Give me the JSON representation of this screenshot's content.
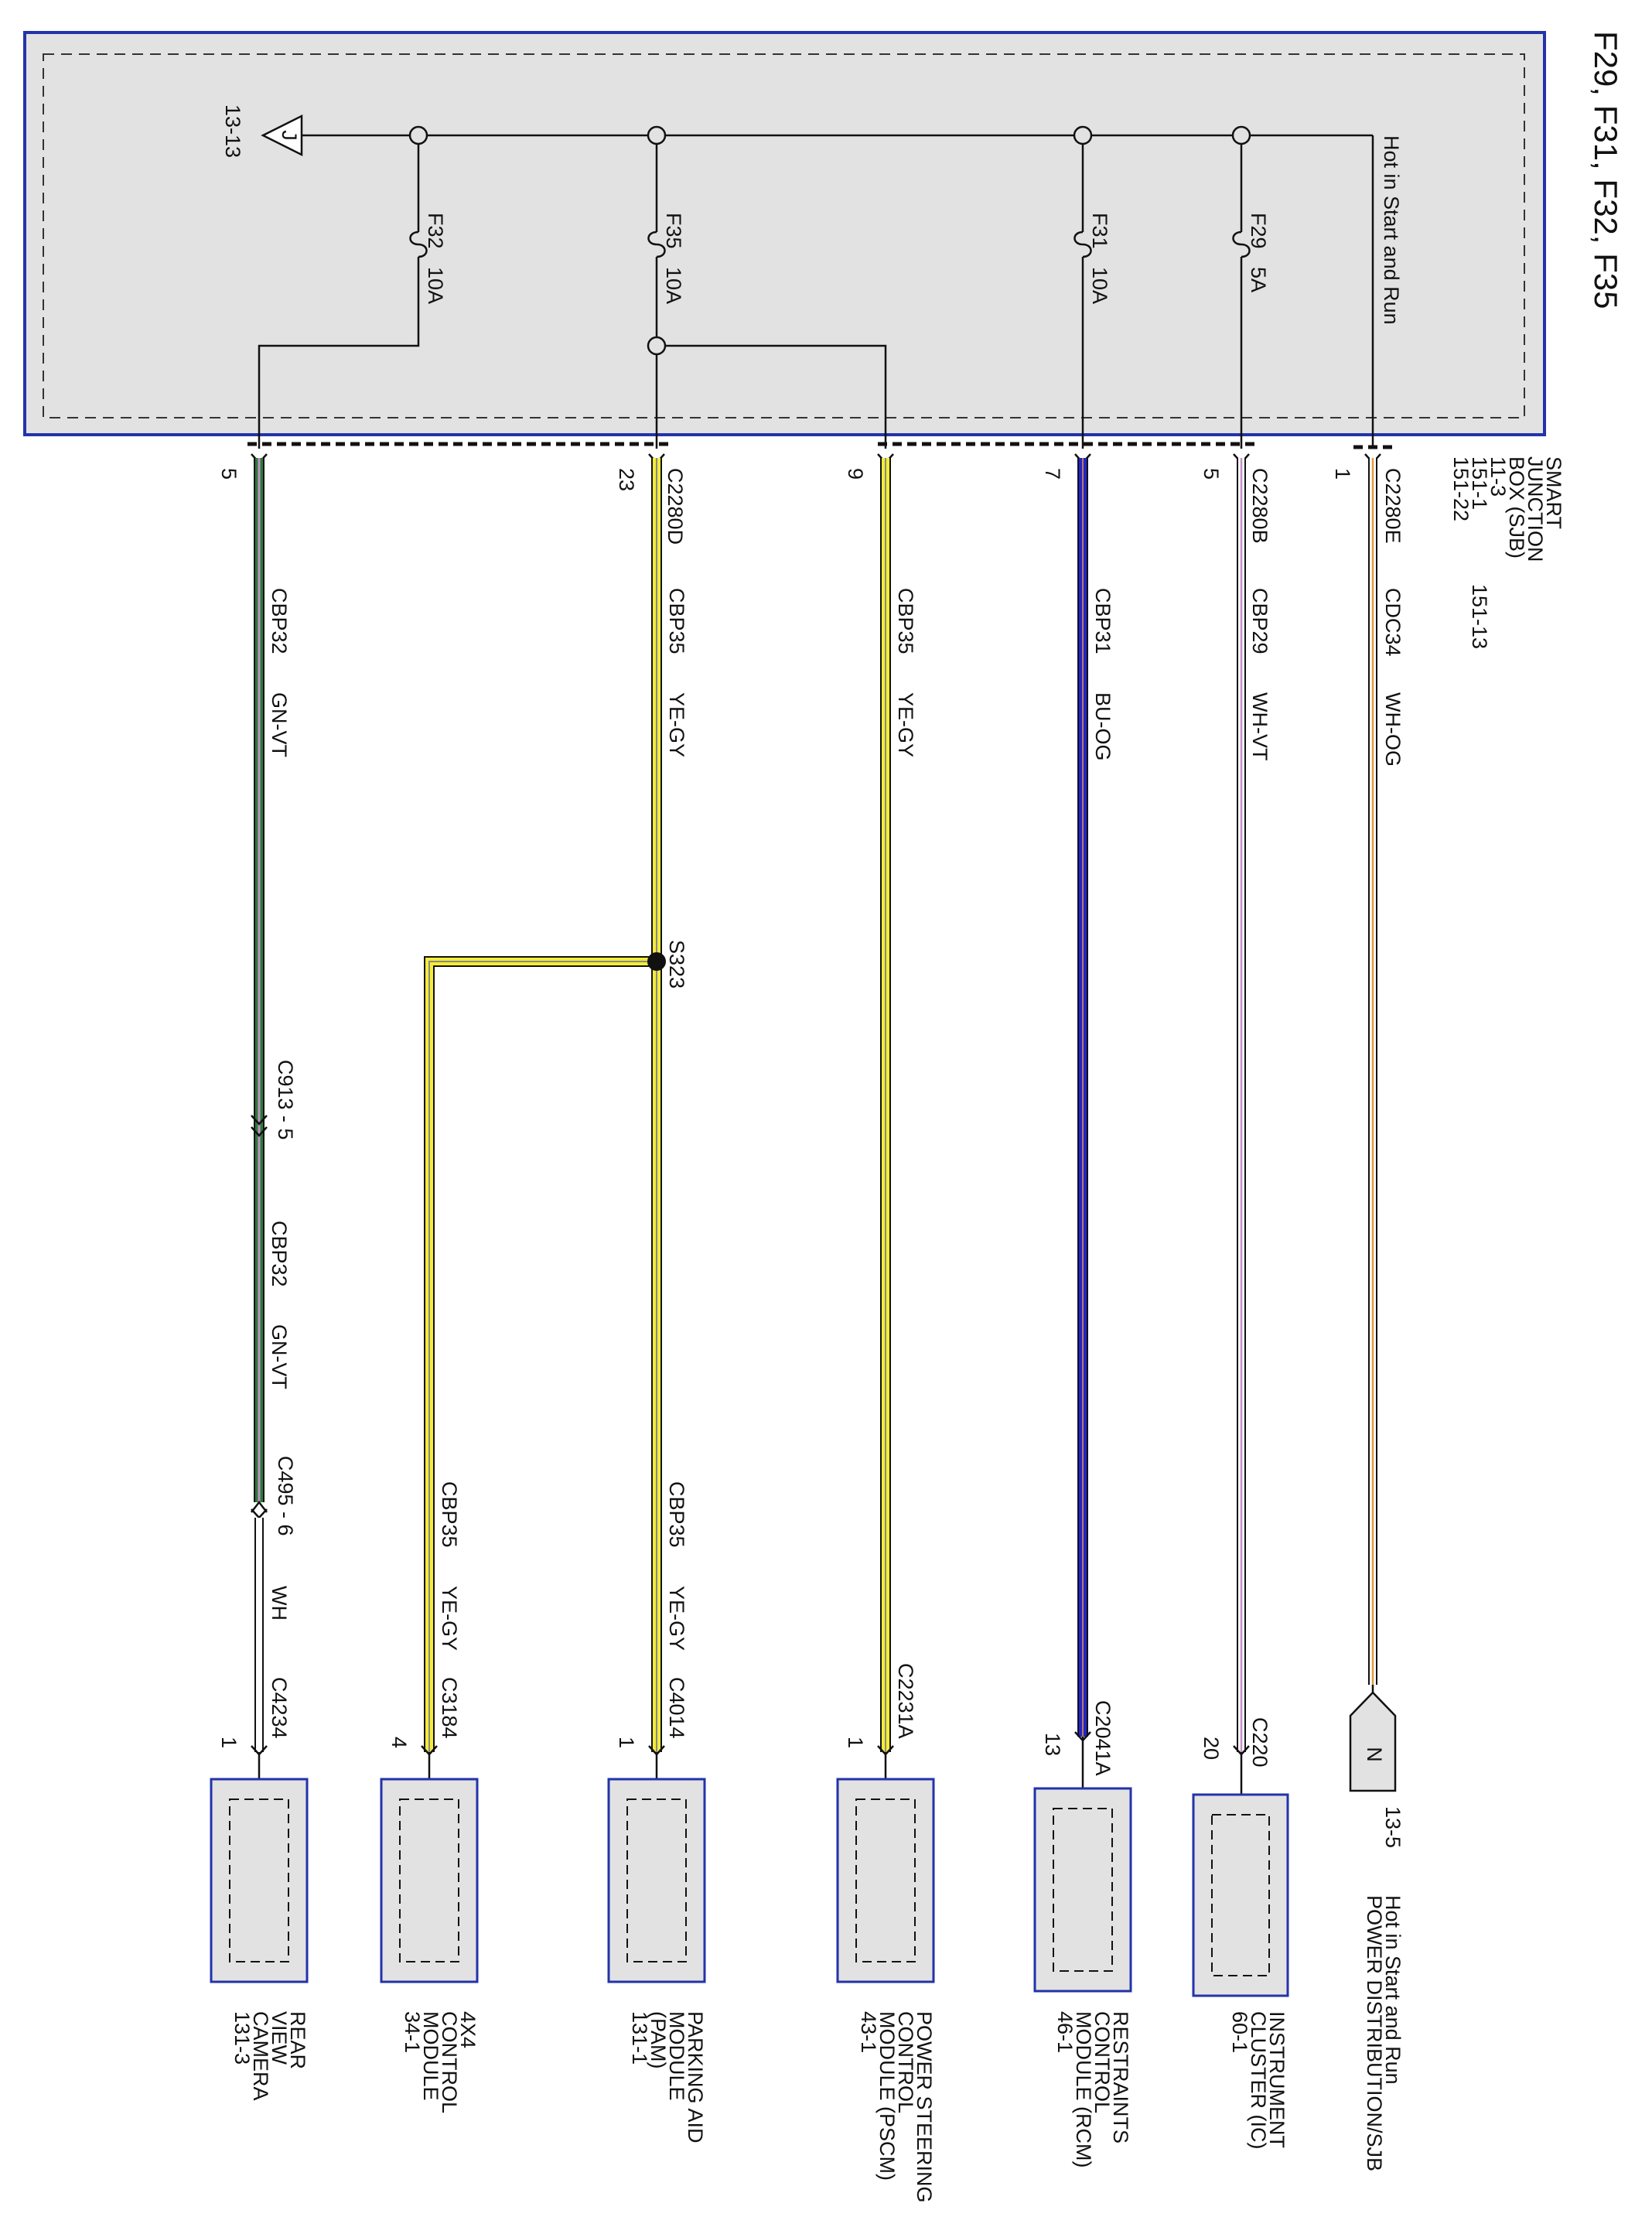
{
  "title": "F29, F31, F32, F35",
  "sjb": {
    "name": "SMART JUNCTION BOX (SJB)",
    "name_lines": [
      "SMART",
      "JUNCTION",
      "BOX (SJB)"
    ],
    "refs": [
      "11-3",
      "151-1",
      "151-22"
    ],
    "ref_extra": "151-13",
    "hot_label": "Hot in Start and Run",
    "ground_ref": "13-13",
    "ground_symbol": "J",
    "border_color": "#2233aa",
    "fill_color": "#e2e2e2"
  },
  "fuses": [
    {
      "id": "F29",
      "rating": "5A"
    },
    {
      "id": "F31",
      "rating": "10A"
    },
    {
      "id": "F35",
      "rating": "10A"
    },
    {
      "id": "F32",
      "rating": "10A"
    }
  ],
  "connectors": {
    "c2280e": "C2280E",
    "c2280b": "C2280B",
    "c2280d": "C2280D",
    "pin_e1": "1",
    "pin_b5": "5",
    "pin_b7": "7",
    "pin_b9": "9",
    "pin_d23": "23",
    "pin_d5": "5"
  },
  "circuits": {
    "cdc34": {
      "name": "CDC34",
      "color_code": "WH-OG"
    },
    "cbp29": {
      "name": "CBP29",
      "color_code": "WH-VT"
    },
    "cbp31": {
      "name": "CBP31",
      "color_code": "BU-OG"
    },
    "cbp35_a": {
      "name": "CBP35",
      "color_code": "YE-GY"
    },
    "cbp35_b": {
      "name": "CBP35",
      "color_code": "YE-GY"
    },
    "cbp35_c": {
      "name": "CBP35",
      "color_code": "YE-GY"
    },
    "cbp35_d": {
      "name": "CBP35",
      "color_code": "YE-GY"
    },
    "cbp32_a": {
      "name": "CBP32",
      "color_code": "GN-VT"
    },
    "cbp32_b": {
      "name": "CBP32",
      "color_code": "GN-VT"
    },
    "wh": {
      "color_code": "WH"
    }
  },
  "splice": "S323",
  "inline": {
    "c913": "C913 - 5",
    "c495": "C495 - 6"
  },
  "offpage": {
    "symbol": "N",
    "ref": "13-5",
    "hot": "Hot in Start and Run",
    "target": "POWER DISTRIBUTION/SJB"
  },
  "modules": [
    {
      "key": "ic",
      "connector": "C220",
      "pin": "20",
      "lines": [
        "INSTRUMENT",
        "CLUSTER (IC)",
        "60-1"
      ]
    },
    {
      "key": "rcm",
      "connector": "C2041A",
      "pin": "13",
      "lines": [
        "RESTRAINTS",
        "CONTROL",
        "MODULE (RCM)",
        "46-1"
      ]
    },
    {
      "key": "pscm",
      "connector": "C2231A",
      "pin": "1",
      "lines": [
        "POWER STEERING",
        "CONTROL",
        "MODULE (PSCM)",
        "43-1"
      ]
    },
    {
      "key": "pam",
      "connector": "C4014",
      "pin": "1",
      "lines": [
        "PARKING AID",
        "MODULE",
        "(PAM)",
        "131-1"
      ]
    },
    {
      "key": "4x4",
      "connector": "C3184",
      "pin": "4",
      "lines": [
        "4X4",
        "CONTROL",
        "MODULE",
        "34-1"
      ]
    },
    {
      "key": "rvc",
      "connector": "C4234",
      "pin": "1",
      "lines": [
        "REAR",
        "VIEW",
        "CAMERA",
        "131-3"
      ]
    }
  ],
  "wire_colors": {
    "white": "#ffffff",
    "orange": "#e39a3c",
    "violet": "#c68fc6",
    "blue": "#2424c8",
    "yellow": "#f4ec38",
    "gray": "#8a8a8a",
    "green": "#2a7a3a",
    "black": "#111111",
    "module_border": "#2233aa",
    "module_fill": "#e2e2e2"
  }
}
